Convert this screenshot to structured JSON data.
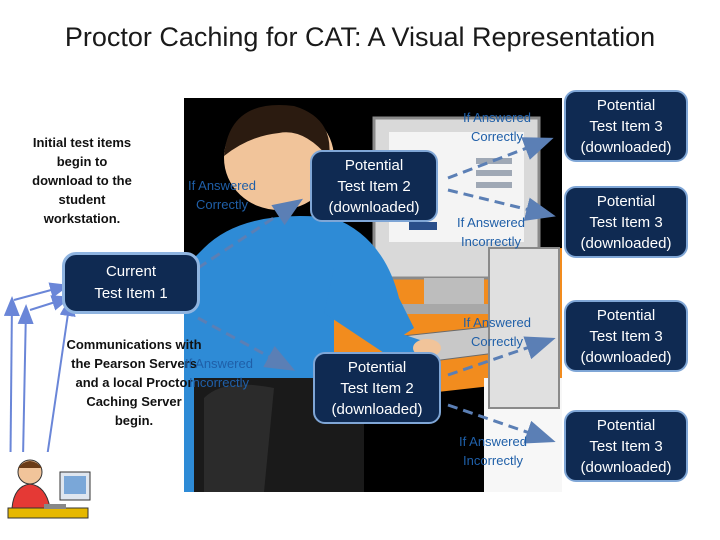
{
  "title": "Proctor Caching for CAT: A Visual Representation",
  "initial_note": "Initial test items begin to download to the student workstation.",
  "comm_note": "Communications with the Pearson Servers and a local Proctor Caching Server begin.",
  "current_item": [
    "Current",
    "Test Item 1"
  ],
  "item2": [
    "Potential",
    "Test Item 2",
    "(downloaded)"
  ],
  "item3": [
    "Potential",
    "Test Item 3",
    "(downloaded)"
  ],
  "conditions": {
    "correct": "If Answered Correctly",
    "incorrect": "If Answered Incorrectly"
  },
  "colors": {
    "box_fill": "#0f2a52",
    "box_border": "#7fa6d6",
    "arrow": "#5b7fb5",
    "condition_text": "#1f5fa8"
  }
}
